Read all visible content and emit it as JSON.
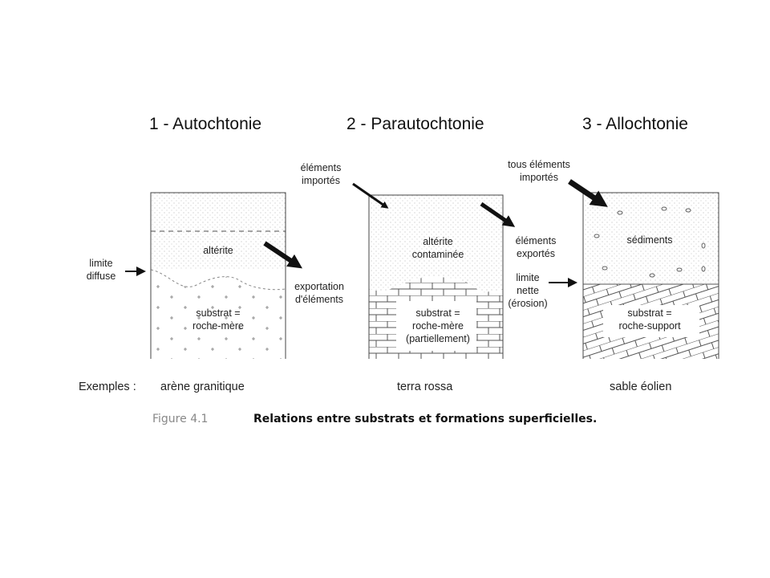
{
  "titles": [
    "1 - Autochtonie",
    "2 - Parautochtonie",
    "3 - Allochtonie"
  ],
  "col1": {
    "layer_top": "altérite",
    "substrate": [
      "substrat =",
      "roche-mère"
    ],
    "left_label": [
      "limite",
      "diffuse"
    ],
    "right_label": [
      "exportation",
      "d'éléments"
    ]
  },
  "col2": {
    "import_label": [
      "éléments",
      "importés"
    ],
    "layer_top": [
      "altérite",
      "contaminée"
    ],
    "substrate": [
      "substrat =",
      "roche-mère",
      "(partiellement)"
    ],
    "export_label": [
      "éléments",
      "exportés"
    ]
  },
  "col3": {
    "import_label": [
      "tous éléments",
      "importés"
    ],
    "layer_top": "sédiments",
    "limit_label": [
      "limite",
      "nette",
      "(érosion)"
    ],
    "substrate": [
      "substrat =",
      "roche-support"
    ]
  },
  "examples": {
    "prefix": "Exemples :",
    "items": [
      "arène granitique",
      "terra rossa",
      "sable éolien"
    ]
  },
  "caption": {
    "number": "Figure 4.1",
    "text": "Relations entre substrats et formations superficielles."
  }
}
